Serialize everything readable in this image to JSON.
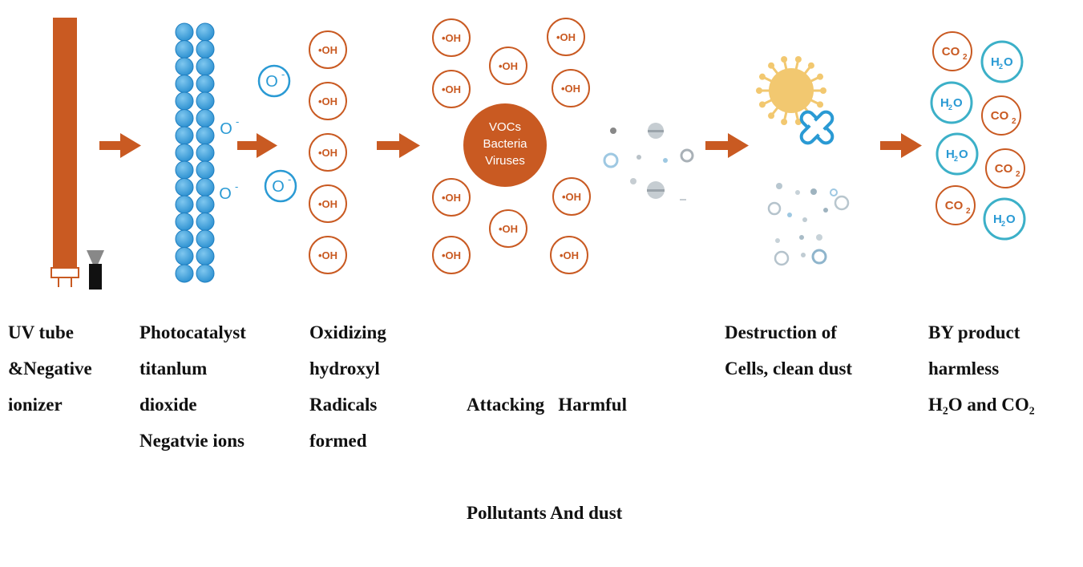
{
  "colors": {
    "orange": "#c95a22",
    "blue": "#2a9ad4",
    "teal": "#3cb0c8",
    "virus": "#f2c870",
    "particle": "#a9b6bf"
  },
  "labels": {
    "ion": "O",
    "ion_sup": "-",
    "oh": "•OH",
    "voc": [
      "VOCs",
      "Bacteria",
      "Viruses"
    ],
    "co2": "CO",
    "co2_sub": "2",
    "h2o_h": "H",
    "h2o_sub": "2",
    "h2o_o": "O"
  },
  "captions": [
    {
      "lines": [
        "UV tube",
        "&Negative",
        "ionizer"
      ]
    },
    {
      "lines": [
        "Photocatalyst",
        "titanlum",
        "dioxide",
        "Negatvie ions"
      ]
    },
    {
      "lines": [
        "Oxidizing",
        "hydroxyl",
        "Radicals",
        "formed"
      ]
    },
    {
      "lines": [
        "Attacking   Harmful",
        "Pollutants And dust"
      ]
    },
    {
      "lines": [
        "Destruction of",
        "Cells, clean dust"
      ]
    },
    {
      "lines": [
        "BY product",
        "harmless",
        "H₂O and CO₂"
      ]
    }
  ]
}
